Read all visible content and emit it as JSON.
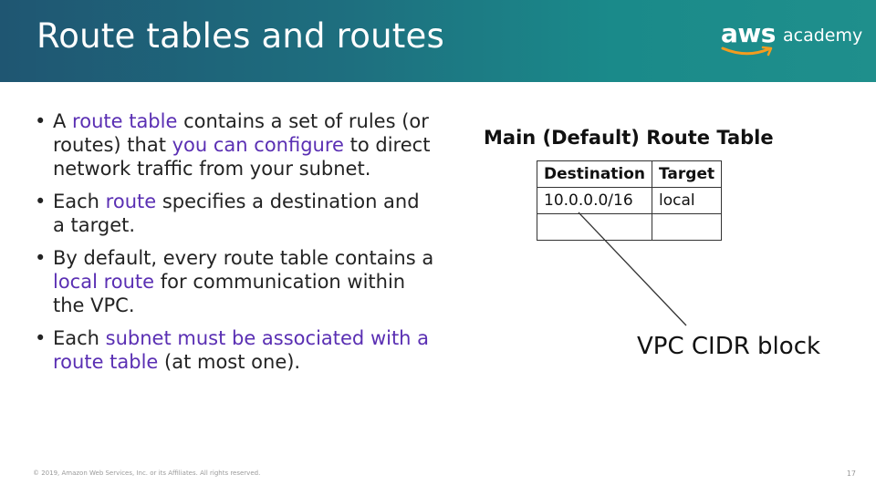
{
  "slide": {
    "title": "Route tables and routes"
  },
  "logo": {
    "brand": "aws",
    "suffix": "academy"
  },
  "bullets": [
    {
      "parts": [
        {
          "text": "A ",
          "hl": false
        },
        {
          "text": "route table",
          "hl": true
        },
        {
          "text": " contains a set of rules (or routes) that ",
          "hl": false
        },
        {
          "text": "you can configure",
          "hl": true
        },
        {
          "text": " to direct network traffic from your subnet.",
          "hl": false
        }
      ]
    },
    {
      "parts": [
        {
          "text": "Each ",
          "hl": false
        },
        {
          "text": "route",
          "hl": true
        },
        {
          "text": " specifies a destination and a target.",
          "hl": false
        }
      ]
    },
    {
      "parts": [
        {
          "text": "By default, every route table contains a ",
          "hl": false
        },
        {
          "text": "local route",
          "hl": true
        },
        {
          "text": " for communication within the VPC.",
          "hl": false
        }
      ]
    },
    {
      "parts": [
        {
          "text": "Each ",
          "hl": false
        },
        {
          "text": "subnet must be associated with a route table",
          "hl": true
        },
        {
          "text": " (at most one).",
          "hl": false
        }
      ]
    }
  ],
  "route_table": {
    "title": "Main (Default) Route Table",
    "headers": [
      "Destination",
      "Target"
    ],
    "rows": [
      [
        "10.0.0.0/16",
        "local"
      ],
      [
        "",
        ""
      ]
    ]
  },
  "callout": {
    "label": "VPC CIDR block"
  },
  "footer": {
    "copyright": "© 2019, Amazon Web Services, Inc. or its Affiliates. All rights reserved.",
    "page": "17"
  },
  "colors": {
    "highlight": "#5a2fb3",
    "header_start": "#1f5672",
    "header_end": "#1f8f8c"
  }
}
